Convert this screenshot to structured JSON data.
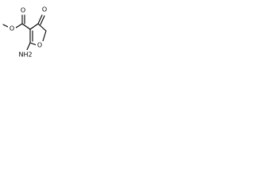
{
  "molecule": {
    "atoms": {
      "ketone_oxygen": "O",
      "ester_carbonyl_oxygen": "O",
      "ester_ether_oxygen": "O",
      "ring_oxygen": "O",
      "amino_group": "NH2"
    },
    "colors": {
      "bond": "#000000",
      "text": "#000000",
      "background": "#ffffff"
    }
  }
}
